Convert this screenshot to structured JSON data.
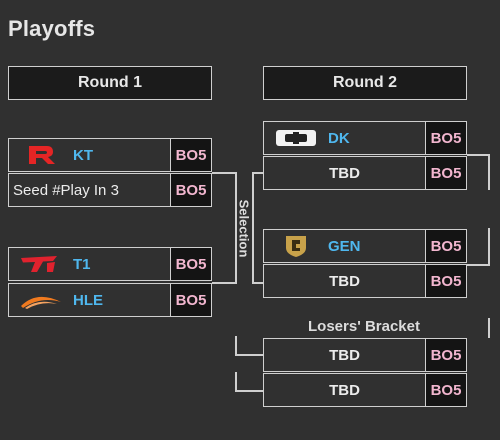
{
  "title": "Playoffs",
  "rounds": [
    "Round 1",
    "Round 2"
  ],
  "selection_label": "Selection",
  "losers_label": "Losers' Bracket",
  "round1": [
    {
      "team": "KT",
      "bo": "BO5",
      "logo": "kt-logo-icon"
    },
    {
      "team": "Seed #Play In 3",
      "bo": "BO5"
    },
    {
      "team": "T1",
      "bo": "BO5",
      "logo": "t1-logo-icon"
    },
    {
      "team": "HLE",
      "bo": "BO5",
      "logo": "hle-logo-icon"
    }
  ],
  "round2": [
    {
      "team": "DK",
      "bo": "BO5",
      "logo": "dk-logo-icon"
    },
    {
      "team": "TBD",
      "bo": "BO5"
    },
    {
      "team": "GEN",
      "bo": "BO5",
      "logo": "gen-logo-icon"
    },
    {
      "team": "TBD",
      "bo": "BO5"
    }
  ],
  "losers": [
    {
      "team": "TBD",
      "bo": "BO5"
    },
    {
      "team": "TBD",
      "bo": "BO5"
    }
  ],
  "colors": {
    "team_link": "#4fb7ee",
    "bo_text": "#f2b6cf",
    "background": "#303030"
  }
}
